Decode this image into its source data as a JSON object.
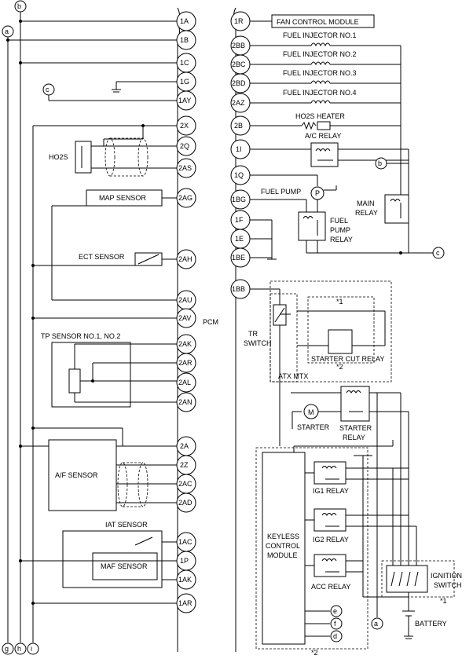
{
  "pcm": {
    "label": "PCM",
    "left_pins": [
      "1A",
      "1B",
      "1C",
      "1G",
      "1AY",
      "2X",
      "2Q",
      "2AS",
      "2AG",
      "2AH",
      "2AU",
      "2AV",
      "2AK",
      "2AR",
      "2AL",
      "2AN",
      "2A",
      "2Z",
      "2AC",
      "2AD",
      "1AC",
      "1P",
      "1AK",
      "1AR"
    ],
    "right_pins": [
      "1R",
      "2BB",
      "2BC",
      "2BD",
      "2AZ",
      "2B",
      "1I",
      "1Q",
      "1BG",
      "1F",
      "1E",
      "1BE",
      "1BB"
    ]
  },
  "connectors": [
    "a",
    "b",
    "c",
    "d",
    "e",
    "f",
    "g",
    "h",
    "i"
  ],
  "components": {
    "fan_control_module": "FAN CONTROL MODULE",
    "fuel_injector_1": "FUEL INJECTOR NO.1",
    "fuel_injector_2": "FUEL INJECTOR NO.2",
    "fuel_injector_3": "FUEL INJECTOR NO.3",
    "fuel_injector_4": "FUEL INJECTOR NO.4",
    "ho2s_heater": "HO2S HEATER",
    "ac_relay": "A/C RELAY",
    "fuel_pump": "FUEL PUMP",
    "main_relay_l1": "MAIN",
    "main_relay_l2": "RELAY",
    "fuel_pump_relay_l1": "FUEL",
    "fuel_pump_relay_l2": "PUMP",
    "fuel_pump_relay_l3": "RELAY",
    "tr_switch_l1": "TR",
    "tr_switch_l2": "SWITCH",
    "starter_cut_relay": "STARTER CUT RELAY",
    "atx_mtx": "ATX   MTX",
    "starter": "STARTER",
    "starter_relay_l1": "STARTER",
    "starter_relay_l2": "RELAY",
    "ig1_relay": "IG1 RELAY",
    "ig2_relay": "IG2 RELAY",
    "acc_relay": "ACC RELAY",
    "keyless_l1": "KEYLESS",
    "keyless_l2": "CONTROL",
    "keyless_l3": "MODULE",
    "ignition_switch_l1": "IGNITION",
    "ignition_switch_l2": "SWITCH",
    "battery": "BATTERY",
    "ho2s": "HO2S",
    "map_sensor": "MAP SENSOR",
    "ect_sensor": "ECT SENSOR",
    "tp_sensor": "TP SENSOR NO.1, NO.2",
    "af_sensor": "A/F SENSOR",
    "iat_sensor": "IAT SENSOR",
    "maf_sensor": "MAF SENSOR"
  },
  "notes": {
    "n1": "*1",
    "n2": "*2",
    "m": "M",
    "p": "P"
  }
}
